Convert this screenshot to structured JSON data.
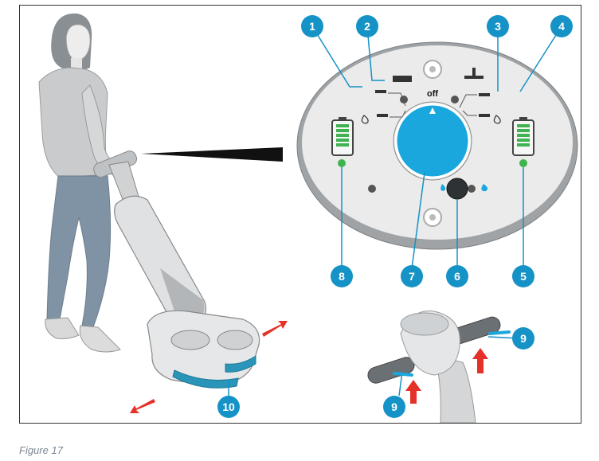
{
  "figure": {
    "caption": "Figure 17"
  },
  "panel": {
    "dial_label": "off",
    "callouts": [
      "1",
      "2",
      "3",
      "4",
      "5",
      "6",
      "7",
      "8",
      "9",
      "9",
      "10"
    ]
  },
  "colors": {
    "callout": "#1592c6",
    "dial": "#1aa7de",
    "battery": "#3fb34f",
    "arrow": "#e53228",
    "panel_outer": "#9fa3a6",
    "panel_inner": "#ebebeb"
  },
  "icons": [
    "person-operating-scrubber",
    "control-panel",
    "power-dial",
    "battery-indicator",
    "water-drop-icon",
    "brush-icon",
    "squeegee-icon",
    "handle-grip",
    "direction-arrow"
  ]
}
